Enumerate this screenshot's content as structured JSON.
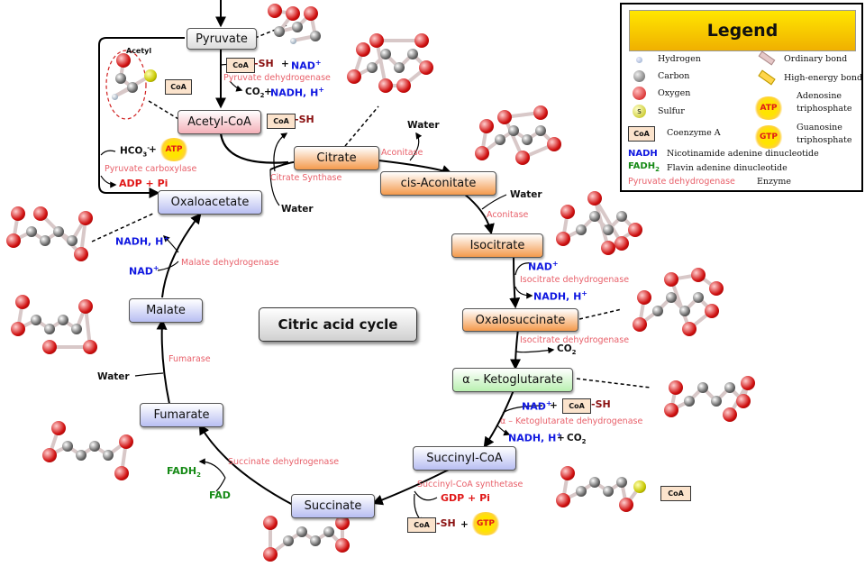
{
  "title": "Citric acid cycle",
  "colors": {
    "enzyme": "#e8606a",
    "blue": "#1018e0",
    "red": "#e01818",
    "green": "#168a16",
    "maroon": "#8a1010"
  },
  "nodes": {
    "pyruvate": "Pyruvate",
    "acetyl_coa": "Acetyl-CoA",
    "citrate": "Citrate",
    "cis_aconitate": "cis-Aconitate",
    "isocitrate": "Isocitrate",
    "oxalosuccinate": "Oxalosuccinate",
    "ketoglutarate": "α – Ketoglutarate",
    "succinyl_coa": "Succinyl-CoA",
    "succinate": "Succinate",
    "fumarate": "Fumarate",
    "malate": "Malate",
    "oxaloacetate": "Oxaloacetate"
  },
  "enzymes": {
    "pyruvate_dehydrogenase": "Pyruvate dehydrogenase",
    "pyruvate_carboxylase": "Pyruvate carboxylase",
    "citrate_synthase": "Citrate Synthase",
    "aconitase1": "Aconitase",
    "aconitase2": "Aconitase",
    "isocitrate_dh1": "Isocitrate dehydrogenase",
    "isocitrate_dh2": "Isocitrate dehydrogenase",
    "akg_dh": "α – Ketoglutarate dehydrogenase",
    "succinyl_coa_synthetase": "Succinyl-CoA synthetase",
    "succinate_dh": "Succinate dehydrogenase",
    "fumarase": "Fumarase",
    "malate_dh": "Malate dehydrogenase"
  },
  "labels": {
    "acetyl": "Acetyl",
    "coa": "CoA",
    "sh": "-SH",
    "plus": "+",
    "nad": "NAD",
    "sup_plus": "+",
    "co2": "CO",
    "sub2": "2",
    "nadh_h": "NADH, H",
    "water": "Water",
    "hco3": "HCO",
    "sub3": "3",
    "sup_minus": "-",
    "atp": "ATP",
    "adp_pi": "ADP + Pi",
    "gdp_pi": "GDP + Pi",
    "gtp": "GTP",
    "fadh": "FADH",
    "fad": "FAD",
    "s": "S"
  },
  "legend": {
    "title": "Legend",
    "items": {
      "hydrogen": "Hydrogen",
      "carbon": "Carbon",
      "oxygen": "Oxygen",
      "sulfur": "Sulfur",
      "coenzyme_a": "Coenzyme A",
      "ordinary_bond": "Ordinary bond",
      "high_energy_bond": "High-energy bond",
      "adenosine": "Adenosine",
      "triphosphate": "triphosphate",
      "guanosine": "Guanosine",
      "triphosphate2": "triphosphate",
      "nadh_key": "NADH",
      "nadh_desc": "Nicotinamide adenine dinucleotide",
      "fadh_key": "FADH",
      "fadh_sub": "2",
      "fadh_desc": "Flavin adenine dinucleotide",
      "enzyme_key": "Pyruvate dehydrogenase",
      "enzyme_desc": "Enzyme",
      "atp": "ATP",
      "gtp": "GTP",
      "coa": "CoA",
      "s": "S"
    }
  }
}
